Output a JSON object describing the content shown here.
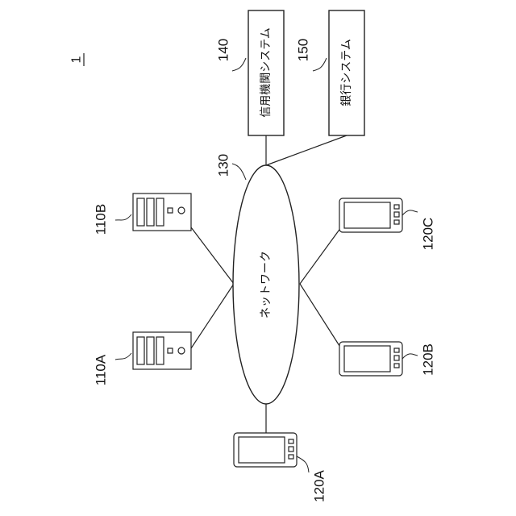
{
  "figure": {
    "ref_numeral": "1",
    "network": {
      "ref": "130",
      "label": "ネットワーク"
    },
    "credit_system": {
      "ref": "140",
      "label": "信用機関システム"
    },
    "bank_system": {
      "ref": "150",
      "label": "銀行システム"
    },
    "server_a": {
      "ref": "110A"
    },
    "server_b": {
      "ref": "110B"
    },
    "terminal_a": {
      "ref": "120A"
    },
    "terminal_b": {
      "ref": "120B"
    },
    "terminal_c": {
      "ref": "120C"
    }
  }
}
